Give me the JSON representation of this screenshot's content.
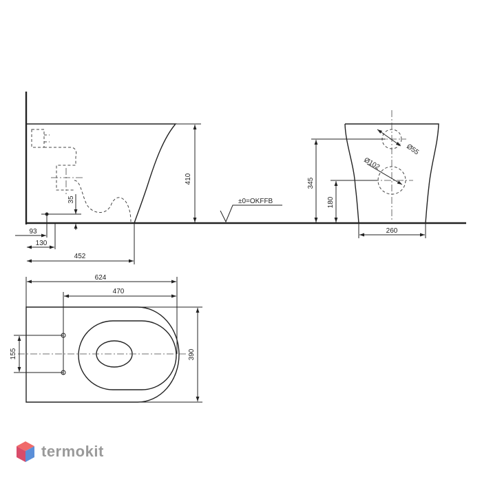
{
  "side_view": {
    "height_410": "410",
    "dim_35": "35",
    "dim_93": "93",
    "dim_130": "130",
    "dim_452": "452",
    "floor_label": "±0=OKFFB"
  },
  "front_view": {
    "dim_345": "345",
    "dim_180": "180",
    "dim_260": "260",
    "dim_55": "Ø55",
    "dim_102": "Ø102"
  },
  "top_view": {
    "dim_624": "624",
    "dim_470": "470",
    "dim_390": "390",
    "dim_155": "155"
  },
  "brand": {
    "name": "termokit",
    "colors": {
      "top": "#f06a6a",
      "left": "#d94c6a",
      "right": "#5b8fd8"
    }
  }
}
